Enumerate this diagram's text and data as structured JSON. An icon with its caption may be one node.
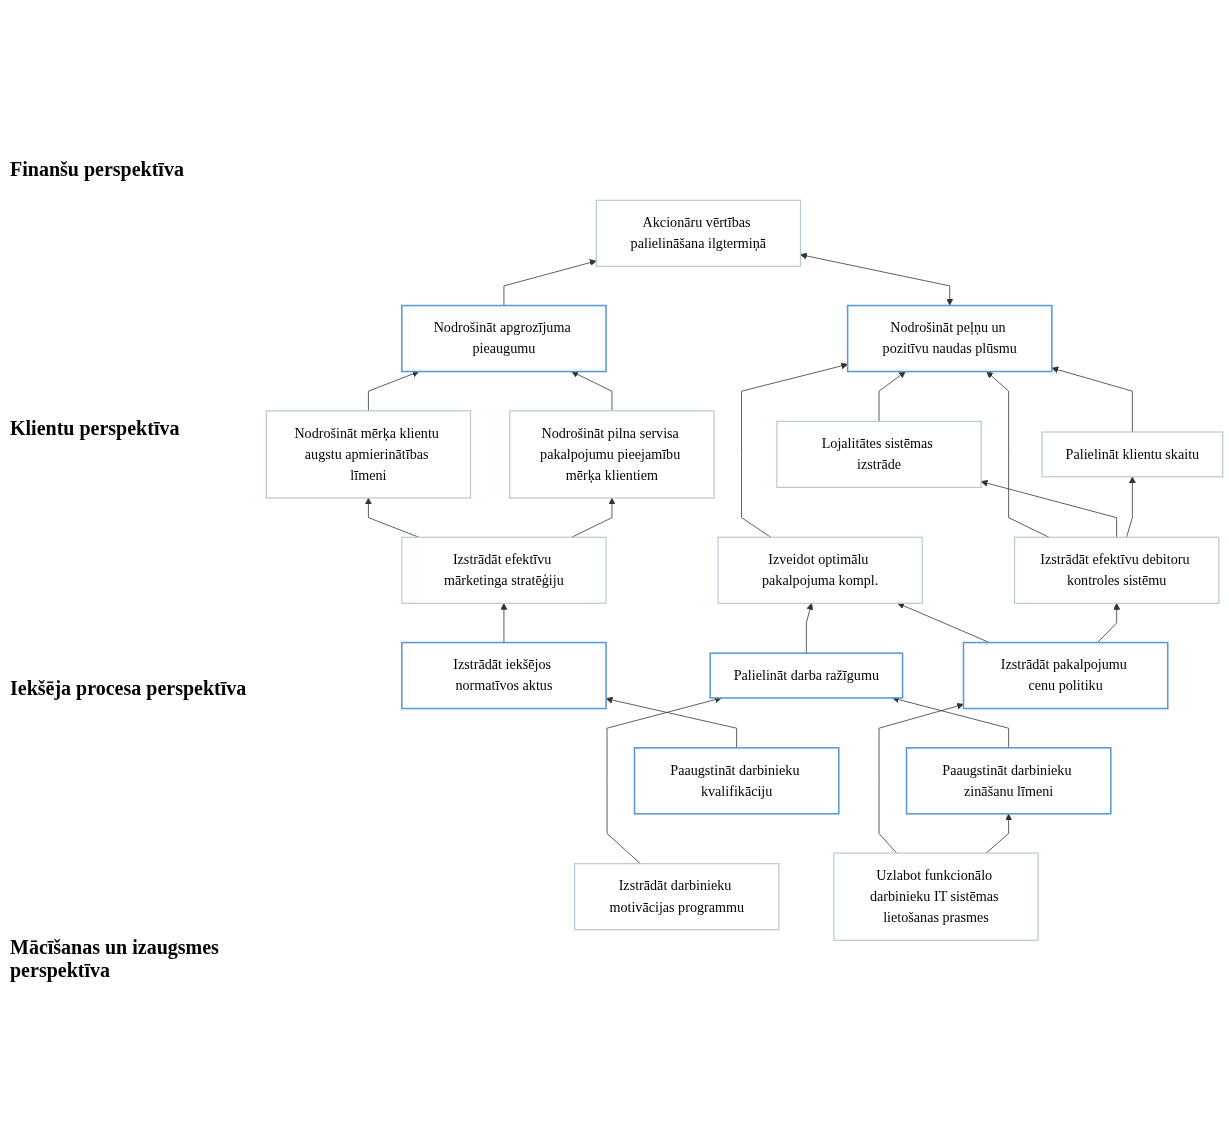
{
  "diagram": {
    "nodes": [
      {
        "text": [
          "Akcionāru vērtības palielināšana ilgtermiņā"
        ]
      },
      {
        "text": [
          "Nodrošināt apgrozījuma pieaugumu"
        ]
      },
      {
        "text": [
          "Nodrošināt peļņu un pozitīvu naudas plūsmu"
        ]
      },
      {
        "text": [
          "Nodrošināt mērķa klientu augstu apmierinātības līmeni"
        ]
      },
      {
        "text": [
          "Nodrošināt pilna servisa pakalpojumu pieejamību mērķa klientiem"
        ]
      },
      {
        "text": [
          "Lojalitātes sistēmas izstrāde"
        ]
      },
      {
        "text": [
          "Palielināt klientu skaitu"
        ]
      },
      {
        "text": [
          "Izstrādāt efektīvu mārketinga stratēģiju"
        ]
      },
      {
        "text": [
          "Izveidot optimālu pakalpojuma kompl."
        ]
      },
      {
        "text": [
          "Izstrādāt efektīvu debitoru kontroles sistēmu"
        ]
      },
      {
        "text": [
          "Izstrādāt iekšējos normatīvos aktus"
        ]
      },
      {
        "text": [
          "Palielināt darba ražīgumu"
        ]
      },
      {
        "text": [
          "Izstrādāt pakalpojumu cenu politiku"
        ]
      },
      {
        "text": [
          "Paaugstināt darbinieku kvalifikāciju"
        ]
      },
      {
        "text": [
          "Paaugstināt darbinieku zināšanu līmeni"
        ]
      },
      {
        "text": [
          "Izstrādāt darbinieku motivācijas programmu"
        ]
      },
      {
        "text": [
          "Uzlabot funkcionālo darbinieku IT sistēmas lietošanas prasmes"
        ]
      }
    ],
    "edges": [
      {
        "from": 1,
        "to": 0,
        "arrow": "to"
      },
      {
        "from": 2,
        "to": 0,
        "arrow": "both"
      },
      {
        "from": 3,
        "to": 1,
        "arrow": "to"
      },
      {
        "from": 4,
        "to": 1,
        "arrow": "to"
      },
      {
        "from": 5,
        "to": 2,
        "arrow": "to"
      },
      {
        "from": 6,
        "to": 2,
        "arrow": "to"
      },
      {
        "from": 8,
        "to": 2,
        "arrow": "to"
      },
      {
        "from": 9,
        "to": 2,
        "arrow": "to"
      },
      {
        "from": 7,
        "to": 3,
        "arrow": "to"
      },
      {
        "from": 7,
        "to": 4,
        "arrow": "to"
      },
      {
        "from": 9,
        "to": 5,
        "arrow": "to"
      },
      {
        "from": 9,
        "to": 6,
        "arrow": "to"
      },
      {
        "from": 10,
        "to": 7,
        "arrow": "to"
      },
      {
        "from": 11,
        "to": 8,
        "arrow": "to"
      },
      {
        "from": 12,
        "to": 8,
        "arrow": "to"
      },
      {
        "from": 12,
        "to": 9,
        "arrow": "to"
      },
      {
        "from": 13,
        "to": 10,
        "arrow": "to"
      },
      {
        "from": 14,
        "to": 11,
        "arrow": "to"
      },
      {
        "from": 15,
        "to": 11,
        "arrow": "to"
      },
      {
        "from": 16,
        "to": 12,
        "arrow": "to"
      },
      {
        "from": 16,
        "to": 14,
        "arrow": "to"
      }
    ],
    "labels": [
      "Finanšu perspektīva",
      "Klientu perspektīva",
      "Iekšēja procesa perspektīva",
      "Mācīšanas un izaugsmes perspektīva"
    ]
  }
}
